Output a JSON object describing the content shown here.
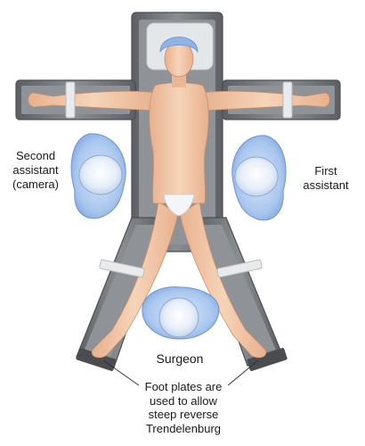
{
  "labels": {
    "second_assistant": "Second\nassistant\n(camera)",
    "first_assistant": "First\nassistant",
    "surgeon": "Surgeon",
    "foot_plates": "Foot plates are\nused to allow\nsteep reverse\nTrendelenburg"
  },
  "colors": {
    "table": "#6b6e73",
    "table_pad": "#8f9296",
    "skin": "#f1c7a5",
    "cap": "#8fb3e6",
    "gown": "#a9c6ee",
    "strap": "#e8eaec"
  }
}
